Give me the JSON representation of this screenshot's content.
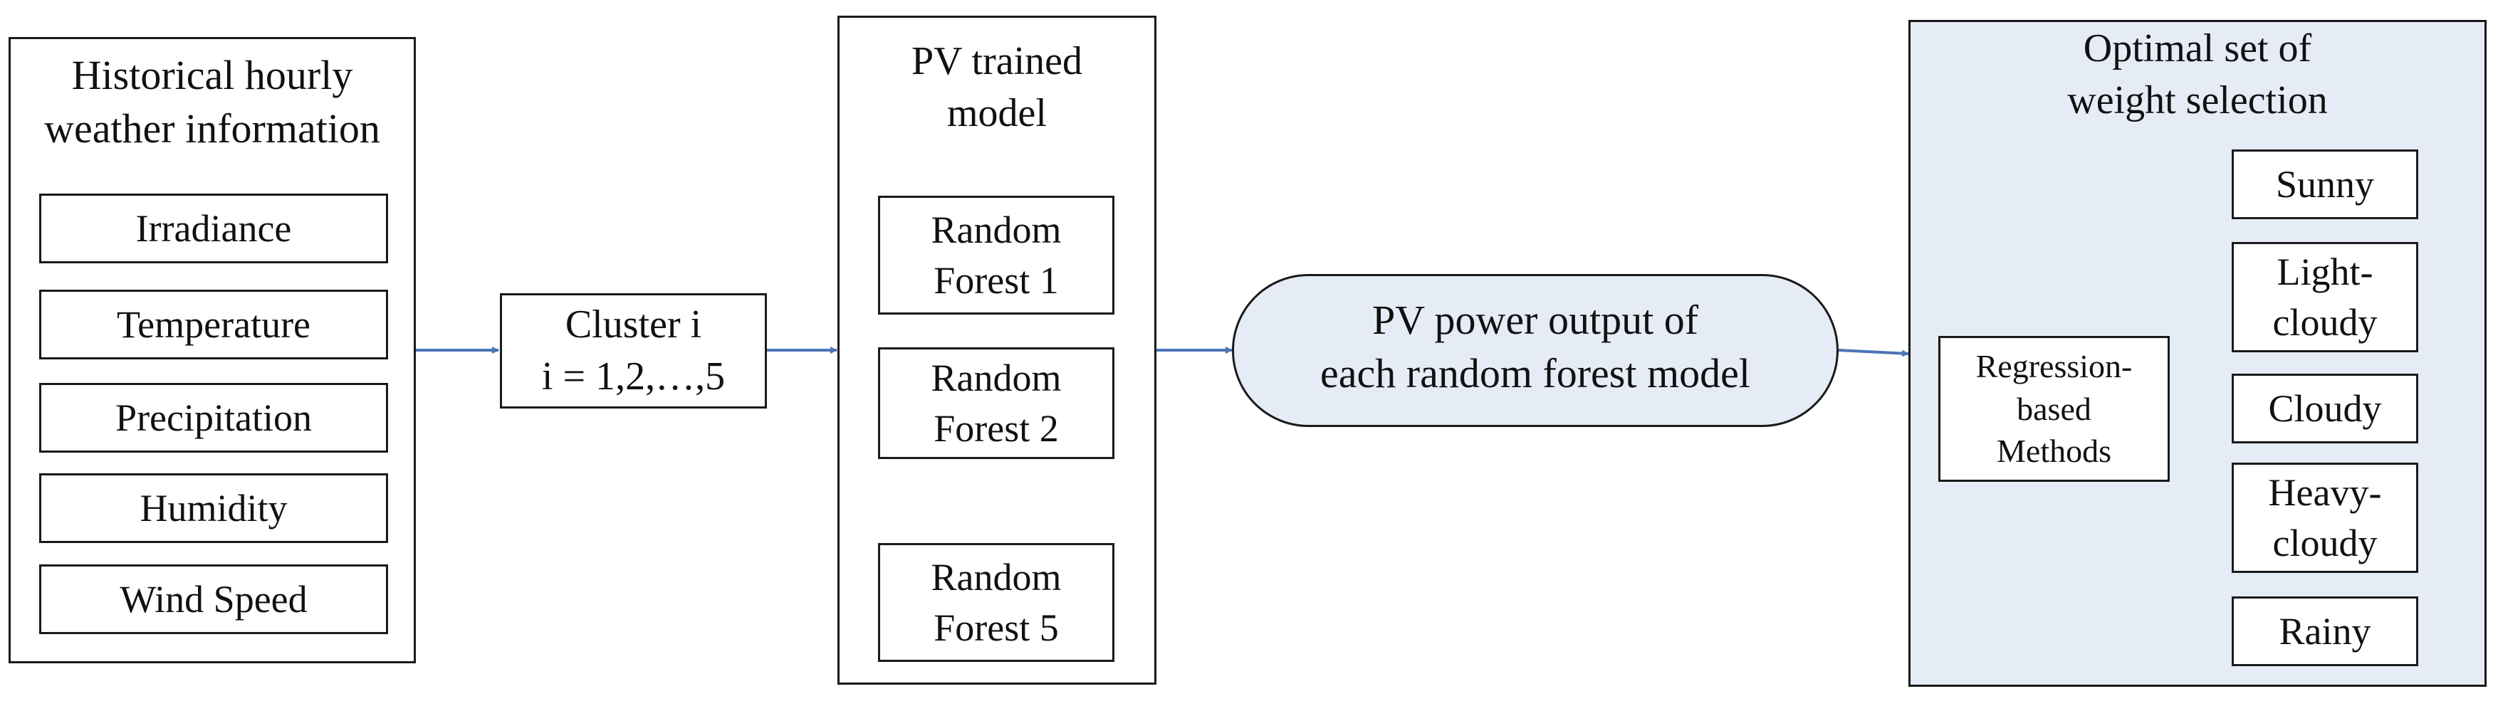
{
  "colors": {
    "arrow": "#4a74b8",
    "panel_fill": "#e6ecf6",
    "stroke": "#1a1a1a"
  },
  "weather": {
    "title_line1": "Historical hourly",
    "title_line2": "weather information",
    "items": [
      "Irradiance",
      "Temperature",
      "Precipitation",
      "Humidity",
      "Wind Speed"
    ]
  },
  "cluster": {
    "line1": "Cluster i",
    "line2": "i = 1,2,…,5"
  },
  "model": {
    "title_line1": "PV trained",
    "title_line2": "model",
    "forests": [
      {
        "line1": "Random",
        "line2": "Forest 1"
      },
      {
        "line1": "Random",
        "line2": "Forest 2"
      },
      {
        "line1": "Random",
        "line2": "Forest 5"
      }
    ]
  },
  "output": {
    "line1": "PV power output of",
    "line2": "each random forest model"
  },
  "selection": {
    "title_line1": "Optimal set of",
    "title_line2": "weight selection",
    "method_line1": "Regression-",
    "method_line2": "based",
    "method_line3": "Methods",
    "categories": [
      {
        "line1": "Sunny",
        "line2": ""
      },
      {
        "line1": "Light-",
        "line2": "cloudy"
      },
      {
        "line1": "Cloudy",
        "line2": ""
      },
      {
        "line1": "Heavy-",
        "line2": "cloudy"
      },
      {
        "line1": "Rainy",
        "line2": ""
      }
    ]
  }
}
